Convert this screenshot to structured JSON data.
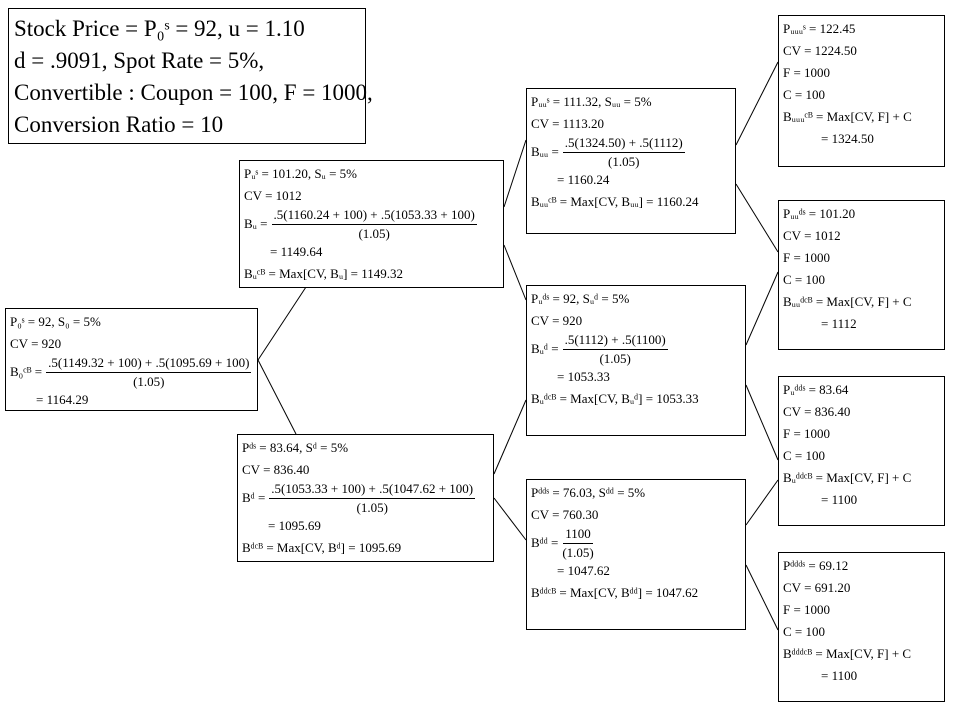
{
  "info": {
    "line1": "Stock Price = P₀ˢ = 92, u = 1.10",
    "line2": "d = .9091, Spot Rate = 5%,",
    "line3": "Convertible : Coupon = 100, F = 1000,",
    "line4": "Conversion Ratio = 10"
  },
  "nodes": {
    "n0": {
      "l1": "P₀ˢ = 92, S₀ = 5%",
      "l2": "CV = 920",
      "l3_lhs": "B₀ᶜᴮ =",
      "l3_num": ".5(1149.32 + 100) + .5(1095.69 + 100)",
      "l3_den": "(1.05)",
      "l4": "= 1164.29"
    },
    "nu": {
      "l1": "Pᵤˢ = 101.20, Sᵤ = 5%",
      "l2": "CV = 1012",
      "l3_lhs": "Bᵤ =",
      "l3_num": ".5(1160.24 + 100) + .5(1053.33 + 100)",
      "l3_den": "(1.05)",
      "l4": "= 1149.64",
      "l5": "Bᵤᶜᴮ = Max[CV, Bᵤ] = 1149.32"
    },
    "nd": {
      "l1": "Pᵈˢ = 83.64, Sᵈ = 5%",
      "l2": "CV = 836.40",
      "l3_lhs": "Bᵈ =",
      "l3_num": ".5(1053.33 + 100) + .5(1047.62 + 100)",
      "l3_den": "(1.05)",
      "l4": "= 1095.69",
      "l5": "Bᵈᶜᴮ = Max[CV, Bᵈ] = 1095.69"
    },
    "nuu": {
      "l1": "Pᵤᵤˢ = 111.32, Sᵤᵤ = 5%",
      "l2": "CV = 1113.20",
      "l3_lhs": "Bᵤᵤ =",
      "l3_num": ".5(1324.50) + .5(1112)",
      "l3_den": "(1.05)",
      "l4": "= 1160.24",
      "l5": "Bᵤᵤᶜᴮ = Max[CV, Bᵤᵤ] = 1160.24"
    },
    "nud": {
      "l1": "Pᵤᵈˢ = 92, Sᵤᵈ = 5%",
      "l2": "CV = 920",
      "l3_lhs": "Bᵤᵈ =",
      "l3_num": ".5(1112) + .5(1100)",
      "l3_den": "(1.05)",
      "l4": "= 1053.33",
      "l5": "Bᵤᵈᶜᴮ = Max[CV, Bᵤᵈ] = 1053.33"
    },
    "ndd": {
      "l1": "Pᵈᵈˢ = 76.03, Sᵈᵈ = 5%",
      "l2": "CV = 760.30",
      "l3_lhs": "Bᵈᵈ =",
      "l3_num": "1100",
      "l3_den": "(1.05)",
      "l4": "= 1047.62",
      "l5": "Bᵈᵈᶜᴮ = Max[CV, Bᵈᵈ] = 1047.62"
    },
    "nuuu": {
      "l1": "Pᵤᵤᵤˢ = 122.45",
      "l2": "CV = 1224.50",
      "l3": "F = 1000",
      "l4": "C = 100",
      "l5": "Bᵤᵤᵤᶜᴮ = Max[CV, F] + C",
      "l6": "= 1324.50"
    },
    "nuud": {
      "l1": "Pᵤᵤᵈˢ = 101.20",
      "l2": "CV = 1012",
      "l3": "F = 1000",
      "l4": "C = 100",
      "l5": "Bᵤᵤᵈᶜᴮ = Max[CV, F] + C",
      "l6": "= 1112"
    },
    "nudd": {
      "l1": "Pᵤᵈᵈˢ = 83.64",
      "l2": "CV = 836.40",
      "l3": "F = 1000",
      "l4": "C = 100",
      "l5": "Bᵤᵈᵈᶜᴮ = Max[CV, F] + C",
      "l6": "= 1100"
    },
    "nddd": {
      "l1": "Pᵈᵈᵈˢ = 69.12",
      "l2": "CV = 691.20",
      "l3": "F = 1000",
      "l4": "C = 100",
      "l5": "Bᵈᵈᵈᶜᴮ = Max[CV, F] + C",
      "l6": "= 1100"
    }
  }
}
